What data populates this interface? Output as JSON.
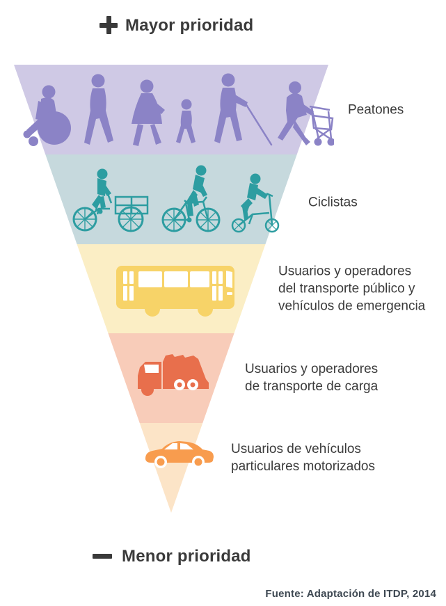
{
  "header": {
    "icon": "plus",
    "title": "Mayor prioridad"
  },
  "footer": {
    "icon": "minus",
    "title": "Menor prioridad"
  },
  "source": "Fuente: Adaptación de ITDP, 2014",
  "colors": {
    "background": "#ffffff",
    "title_text": "#3a3a3a",
    "label_text": "#3b3b3b",
    "source_text": "#3e4852"
  },
  "pyramid": {
    "shape": "inverted-triangle",
    "meaning": "road user priority hierarchy, highest at top",
    "tiers": [
      {
        "label": "Peatones",
        "band_color": "#cfc9e5",
        "icon_color": "#8b83c6",
        "icons": [
          "wheelchair-user",
          "walking-man",
          "walking-woman",
          "walking-child",
          "blind-person-with-cane",
          "elderly-person-with-walker"
        ]
      },
      {
        "label": "Ciclistas",
        "band_color": "#c6d9dd",
        "icon_color": "#2d9da1",
        "icons": [
          "cargo-tricycle-rider",
          "bicycle-rider",
          "small-bicycle-rider"
        ]
      },
      {
        "label": "Usuarios y operadores\ndel transporte público y\nvehículos de emergencia",
        "band_color": "#fbeec5",
        "icon_color": "#f7d368",
        "icons": [
          "bus"
        ]
      },
      {
        "label": "Usuarios y operadores\nde transporte de carga",
        "band_color": "#f8ccb9",
        "icon_color": "#e86f4c",
        "icons": [
          "cargo-truck"
        ]
      },
      {
        "label": "Usuarios de vehículos\nparticulares motorizados",
        "band_color": "#fce4c7",
        "icon_color": "#f89c4e",
        "icons": [
          "car"
        ]
      }
    ]
  }
}
